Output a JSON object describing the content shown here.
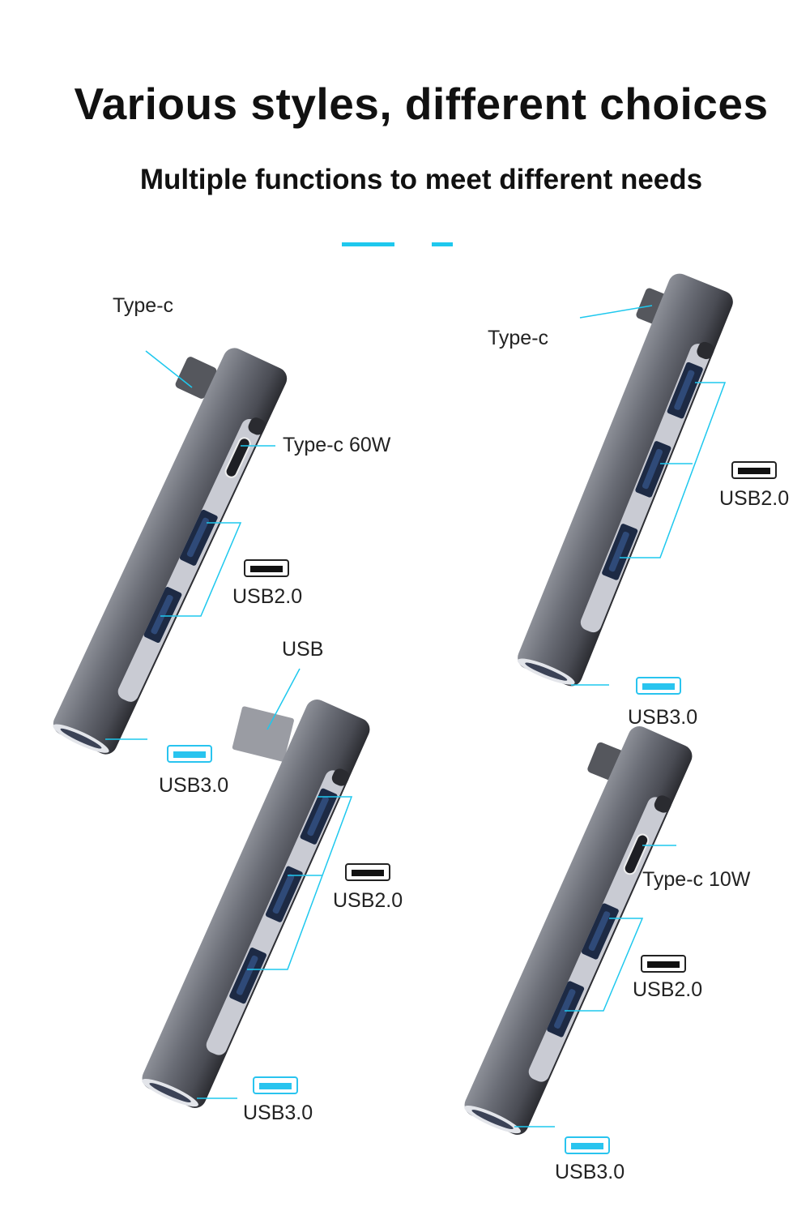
{
  "header": {
    "title": "Various styles, different choices",
    "subtitle": "Multiple functions to meet different needs"
  },
  "colors": {
    "accent": "#1ec8ee",
    "hub_body": "#5c5f68",
    "text": "#111111"
  },
  "products": [
    {
      "labels": {
        "connector": "Type-c",
        "pd": "Type-c 60W",
        "usb2": "USB2.0",
        "usb3": "USB3.0"
      },
      "usb2_icon": "usb-port-icon",
      "usb3_icon": "usb3-port-icon"
    },
    {
      "labels": {
        "connector": "Type-c",
        "usb2": "USB2.0",
        "usb3": "USB3.0"
      },
      "usb2_icon": "usb-port-icon",
      "usb3_icon": "usb3-port-icon"
    },
    {
      "labels": {
        "connector": "USB",
        "usb2": "USB2.0",
        "usb3": "USB3.0"
      },
      "usb2_icon": "usb-port-icon",
      "usb3_icon": "usb3-port-icon"
    },
    {
      "labels": {
        "pd": "Type-c 10W",
        "usb2": "USB2.0",
        "usb3": "USB3.0"
      },
      "usb2_icon": "usb-port-icon",
      "usb3_icon": "usb3-port-icon"
    }
  ]
}
